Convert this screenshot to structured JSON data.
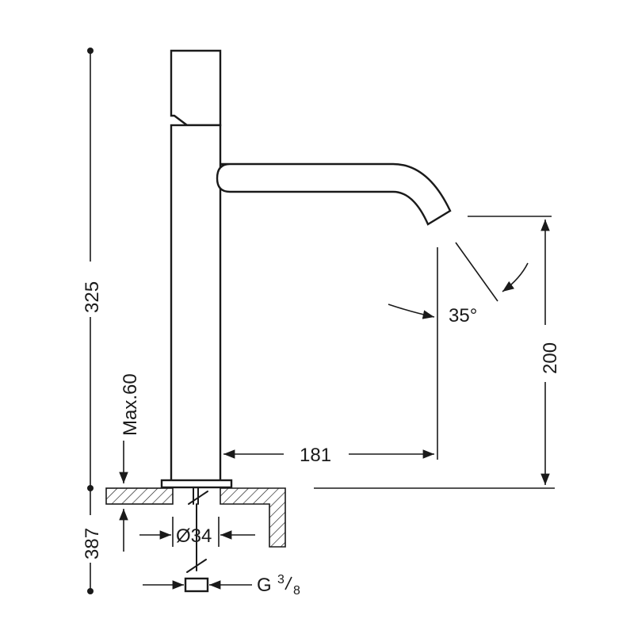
{
  "dimensions": {
    "total_height": "325",
    "below_deck": "387",
    "max_deck": "Max.60",
    "spout_reach": "181",
    "spout_height": "200",
    "spray_angle": "35°",
    "base_diameter": "Ø34",
    "connection_thread": "G",
    "thread_num": "3",
    "thread_den": "8"
  },
  "colors": {
    "line": "#1a1a1a",
    "background": "#ffffff"
  }
}
